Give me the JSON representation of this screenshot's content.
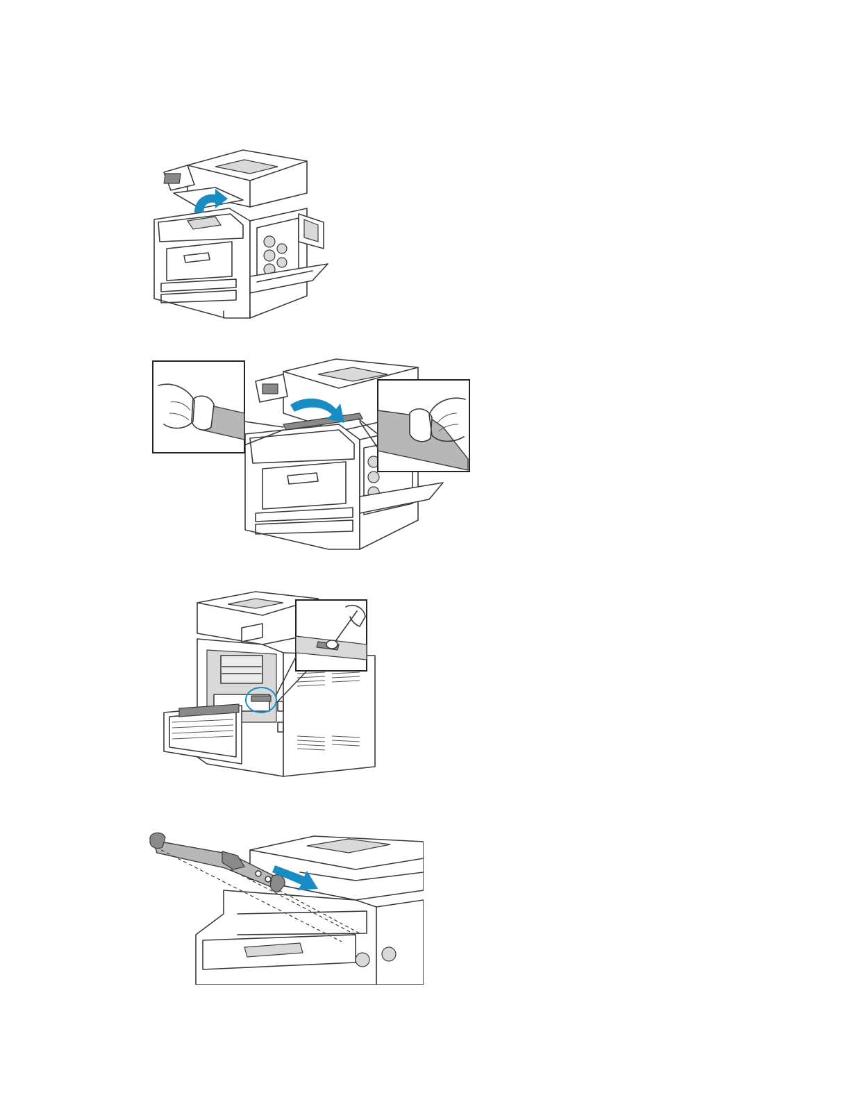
{
  "figures": [
    {
      "illustration": "printer-open-top-cover-arrow-up"
    },
    {
      "illustration": "remove-transfer-belt-cleaner-with-insets"
    },
    {
      "illustration": "clean-sensor-with-cotton-swab-rear-door-open"
    },
    {
      "illustration": "insert-transfer-belt-cleaner-into-printer"
    }
  ],
  "colors": {
    "arrow": "#1a8cc4",
    "line": "#3a3a3a",
    "part_shade": "#b7b7b7"
  }
}
